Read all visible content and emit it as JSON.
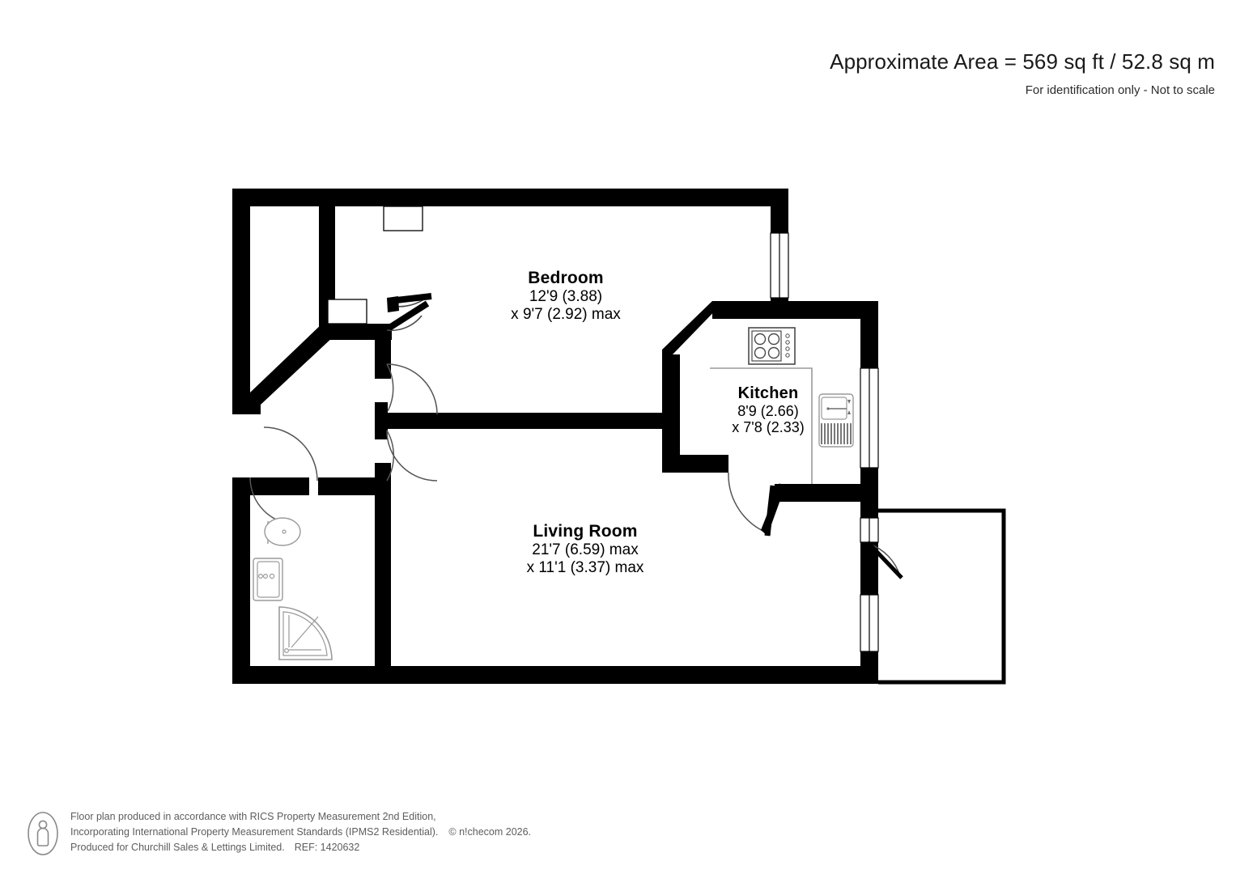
{
  "header": {
    "area_title": "Approximate Area = 569 sq ft / 52.8 sq m",
    "area_subtitle": "For identification only - Not to scale"
  },
  "rooms": [
    {
      "id": "bedroom",
      "name": "Bedroom",
      "dim_line1": "12'9 (3.88)",
      "dim_line2": "x 9'7 (2.92) max"
    },
    {
      "id": "kitchen",
      "name": "Kitchen",
      "dim_line1": "8'9 (2.66)",
      "dim_line2": "x 7'8 (2.33)"
    },
    {
      "id": "living_room",
      "name": "Living Room",
      "dim_line1": "21'7 (6.59) max",
      "dim_line2": "x 11'1 (3.37) max"
    }
  ],
  "fixtures": [
    {
      "name": "hob-cooktop",
      "room": "kitchen"
    },
    {
      "name": "radiator",
      "room": "kitchen"
    },
    {
      "name": "toilet",
      "room": "bathroom"
    },
    {
      "name": "wash-basin",
      "room": "bathroom"
    },
    {
      "name": "corner-shower",
      "room": "bathroom"
    }
  ],
  "footer": {
    "line1": "Floor plan produced in accordance with RICS Property Measurement 2nd Edition,",
    "line2": "Incorporating International Property Measurement Standards (IPMS2 Residential).",
    "copyright": "© n!checom 2026.",
    "line3": "Produced for Churchill Sales & Lettings Limited.",
    "reference": "REF: 1420632"
  },
  "colors": {
    "wall": "#000000",
    "background": "#ffffff",
    "fixture_stroke": "#8c8c8c",
    "door_arc": "#555555",
    "footer_text": "#5d5d5d"
  }
}
